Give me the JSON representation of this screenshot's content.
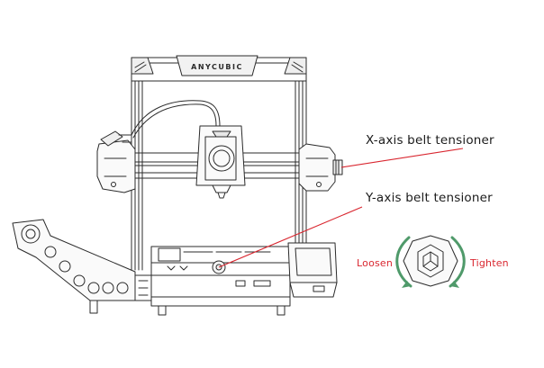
{
  "brand": "ANYCUBIC",
  "labels": {
    "x_axis": "X-axis belt tensioner",
    "y_axis": "Y-axis belt tensioner",
    "loosen": "Loosen",
    "tighten": "Tighten"
  },
  "colors": {
    "line": "#2b2b2b",
    "callout": "#d9262f",
    "arrow": "#4f9a6a",
    "text": "#1a1a1a"
  }
}
